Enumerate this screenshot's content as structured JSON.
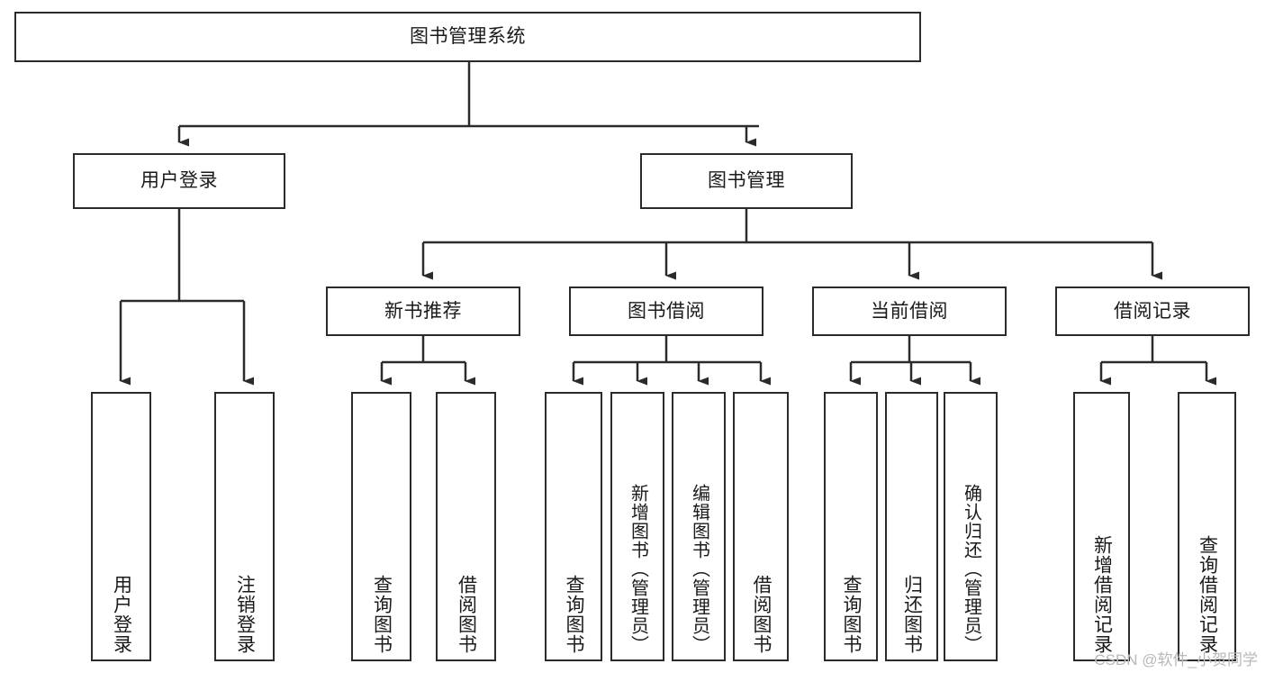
{
  "diagram": {
    "title": "图书管理系统",
    "type": "tree-hierarchy-diagram",
    "colors": {
      "box_border": "#2b2b2b",
      "box_fill": "#ffffff",
      "connector": "#2b2b2b",
      "text": "#1a1a1a",
      "watermark": "#b8b8b8",
      "background": "#ffffff"
    },
    "root": {
      "label": "图书管理系统"
    },
    "level2": [
      {
        "label": "用户登录"
      },
      {
        "label": "图书管理"
      }
    ],
    "level3": [
      {
        "label": "新书推荐"
      },
      {
        "label": "图书借阅"
      },
      {
        "label": "当前借阅"
      },
      {
        "label": "借阅记录"
      }
    ],
    "leaves": {
      "user_login": [
        {
          "label": "用户登录"
        },
        {
          "label": "注销登录"
        }
      ],
      "new_book_recommend": [
        {
          "label": "查询图书"
        },
        {
          "label": "借阅图书"
        }
      ],
      "book_borrow": [
        {
          "label": "查询图书"
        },
        {
          "label": "新增图书（管理员）"
        },
        {
          "label": "编辑图书（管理员）"
        },
        {
          "label": "借阅图书"
        }
      ],
      "current_borrow": [
        {
          "label": "查询图书"
        },
        {
          "label": "归还图书"
        },
        {
          "label": "确认归还（管理员）"
        }
      ],
      "borrow_record": [
        {
          "label": "新增借阅记录"
        },
        {
          "label": "查询借阅记录"
        }
      ]
    }
  },
  "watermark": {
    "text": "CSDN @软件_小贺同学"
  }
}
